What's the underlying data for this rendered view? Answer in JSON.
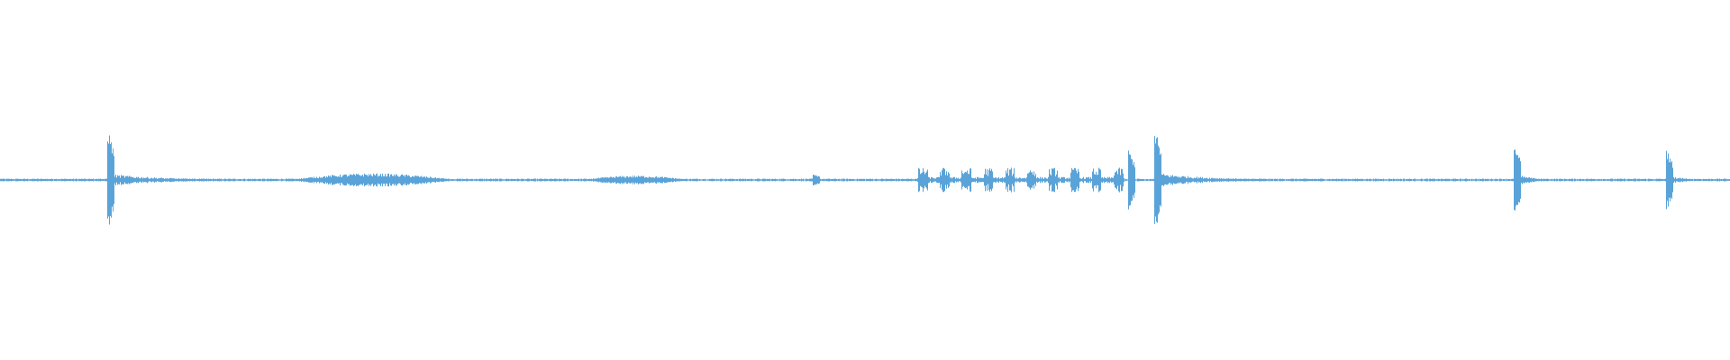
{
  "waveform": {
    "color": "#5aa3d8",
    "baseline_color": "#5aa3d8",
    "peak_amplitude": 1.0,
    "bursts": [
      {
        "t": 0.0,
        "dur": 0.06,
        "amp": 0.02,
        "shape": "noise"
      },
      {
        "t": 0.062,
        "dur": 0.004,
        "amp": 0.95,
        "shape": "spike"
      },
      {
        "t": 0.066,
        "dur": 0.095,
        "amp": 0.1,
        "shape": "decay_noise"
      },
      {
        "t": 0.165,
        "dur": 0.1,
        "amp": 0.12,
        "shape": "blob"
      },
      {
        "t": 0.335,
        "dur": 0.065,
        "amp": 0.08,
        "shape": "blob"
      },
      {
        "t": 0.47,
        "dur": 0.004,
        "amp": 0.12,
        "shape": "spike"
      },
      {
        "t": 0.53,
        "dur": 0.12,
        "amp": 0.22,
        "shape": "cluster"
      },
      {
        "t": 0.652,
        "dur": 0.004,
        "amp": 0.55,
        "shape": "spike"
      },
      {
        "t": 0.667,
        "dur": 0.004,
        "amp": 0.95,
        "shape": "spike"
      },
      {
        "t": 0.671,
        "dur": 0.09,
        "amp": 0.12,
        "shape": "decay_noise"
      },
      {
        "t": 0.875,
        "dur": 0.004,
        "amp": 0.65,
        "shape": "spike"
      },
      {
        "t": 0.879,
        "dur": 0.03,
        "amp": 0.08,
        "shape": "decay_noise"
      },
      {
        "t": 0.963,
        "dur": 0.004,
        "amp": 0.55,
        "shape": "spike"
      },
      {
        "t": 0.967,
        "dur": 0.033,
        "amp": 0.06,
        "shape": "decay_noise"
      }
    ]
  }
}
